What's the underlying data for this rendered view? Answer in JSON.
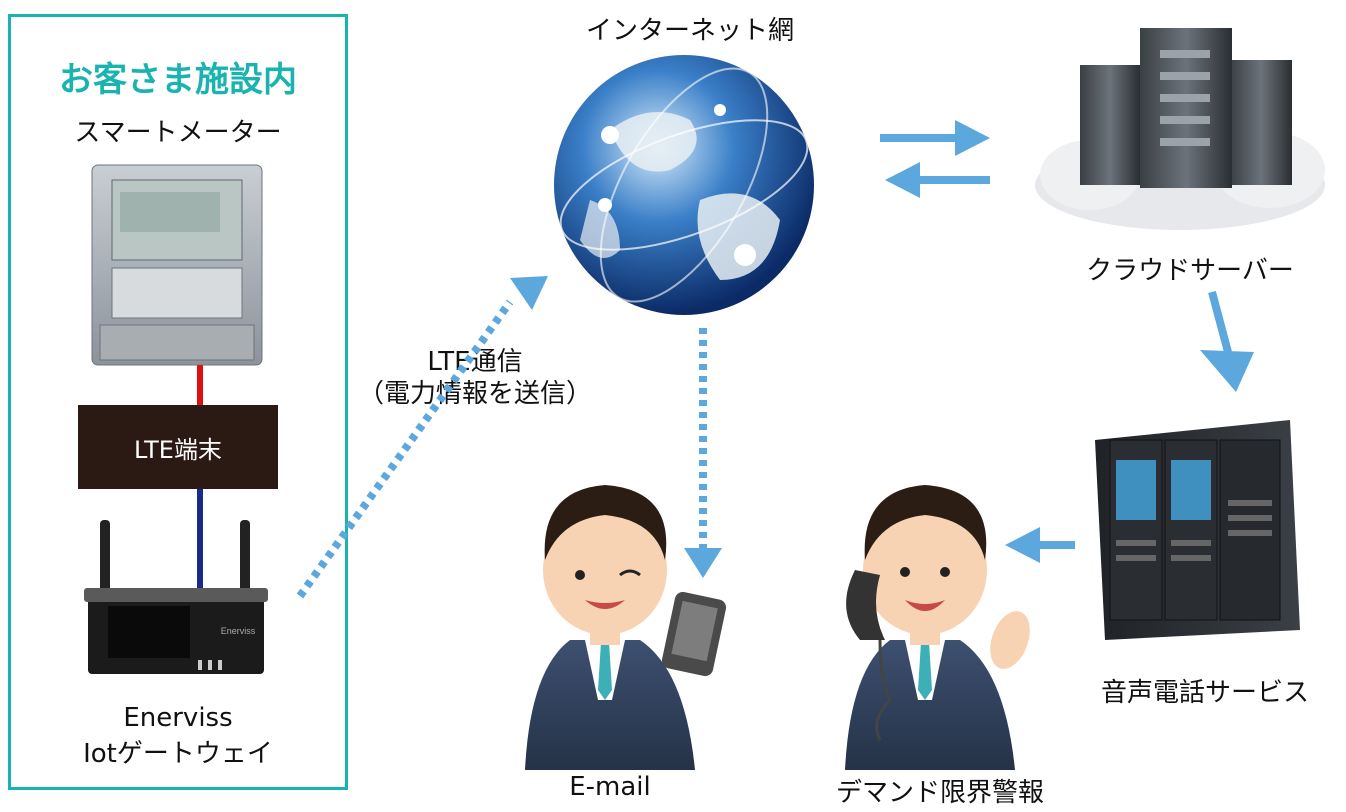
{
  "facility": {
    "title": "お客さま施設内",
    "meter_label": "スマートメーター",
    "lte_terminal_label": "LTE端末",
    "gateway_label_line1": "Enerviss",
    "gateway_label_line2": "Iotゲートウェイ",
    "gateway_brand": "Enerviss"
  },
  "network": {
    "internet_label": "インターネット網",
    "cloud_label": "クラウドサーバー",
    "lte_comm_line1": "LTE通信",
    "lte_comm_line2": "（電力情報を送信）"
  },
  "services": {
    "voice_label": "音声電話サービス",
    "email_label": "E-mail",
    "alert_label": "デマンド限界警報"
  },
  "colors": {
    "accent": "#19b3b0",
    "arrow": "#5ba7de",
    "red_wire": "#e01010",
    "blue_wire": "#1a2a8a"
  }
}
